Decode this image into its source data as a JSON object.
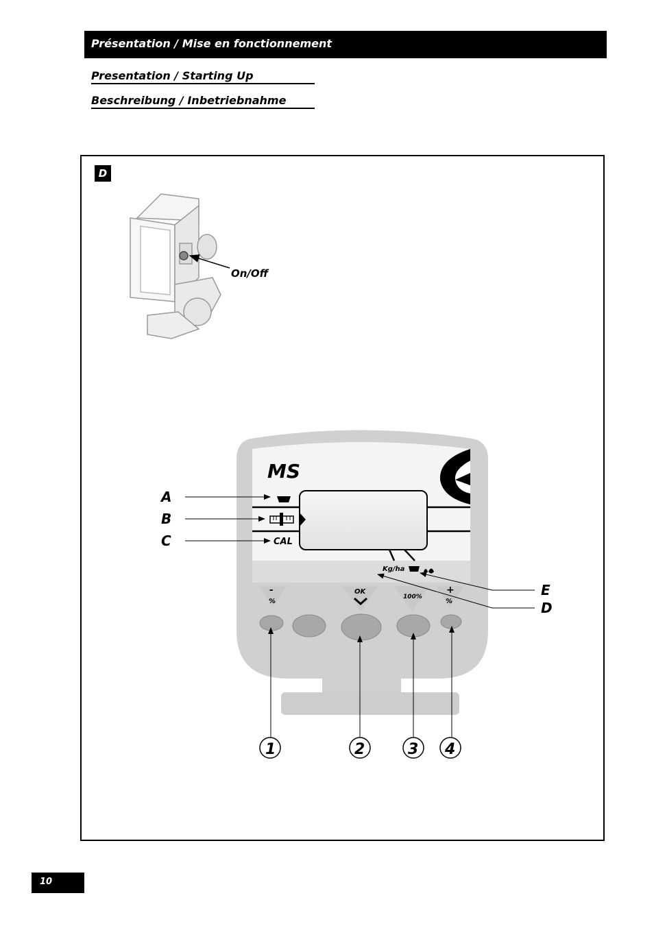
{
  "header": {
    "title": "Présentation / Mise en fonctionnement"
  },
  "subtitles": [
    "Presentation / Starting Up",
    "Beschreibung / Inbetriebnahme"
  ],
  "figure": {
    "badge": "D",
    "onoff_label": "On/Off",
    "brand": "MS",
    "display_labels": {
      "cal": "CAL",
      "unit": "Kg/ha"
    },
    "button_labels": {
      "minus": "-",
      "pct": "%",
      "ok": "OK",
      "full": "100%",
      "plus": "+"
    },
    "callouts": [
      "A",
      "B",
      "C",
      "E",
      "D"
    ],
    "numbers": [
      "1",
      "2",
      "3",
      "4"
    ]
  },
  "page": {
    "number": "10"
  }
}
